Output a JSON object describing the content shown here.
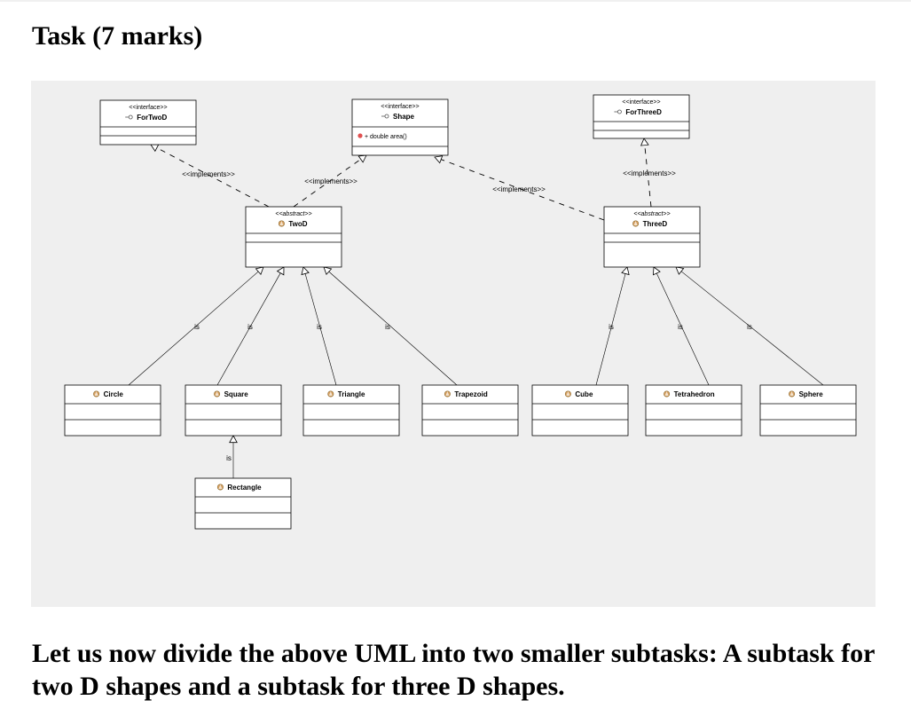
{
  "title": "Task (7 marks)",
  "footer": "Let us now divide the above UML into two smaller subtasks: A subtask for two D shapes and a subtask for three D shapes.",
  "colors": {
    "diagram_bg": "#efefef",
    "box_fill": "#ffffff",
    "line": "#000000",
    "method_icon": "#e05050",
    "class_icon": "#d8a060"
  },
  "classes": {
    "fortwod": {
      "stereotype": "<<interface>>",
      "name": "ForTwoD",
      "icon": "interface-icon",
      "method": ""
    },
    "shape": {
      "stereotype": "<<interface>>",
      "name": "Shape",
      "icon": "interface-icon",
      "method": "double area()"
    },
    "forthreed": {
      "stereotype": "<<interface>>",
      "name": "ForThreeD",
      "icon": "interface-icon",
      "method": ""
    },
    "twod": {
      "stereotype": "<<abstract>>",
      "name": "TwoD",
      "icon": "class-icon",
      "method": ""
    },
    "threed": {
      "stereotype": "<<abstract>>",
      "name": "ThreeD",
      "icon": "class-icon",
      "method": ""
    },
    "circle": {
      "stereotype": "",
      "name": "Circle",
      "icon": "class-icon",
      "method": ""
    },
    "square": {
      "stereotype": "",
      "name": "Square",
      "icon": "class-icon",
      "method": ""
    },
    "triangle": {
      "stereotype": "",
      "name": "Triangle",
      "icon": "class-icon",
      "method": ""
    },
    "trapezoid": {
      "stereotype": "",
      "name": "Trapezoid",
      "icon": "class-icon",
      "method": ""
    },
    "cube": {
      "stereotype": "",
      "name": "Cube",
      "icon": "class-icon",
      "method": ""
    },
    "tetrahedron": {
      "stereotype": "",
      "name": "Tetrahedron",
      "icon": "class-icon",
      "method": ""
    },
    "sphere": {
      "stereotype": "",
      "name": "Sphere",
      "icon": "class-icon",
      "method": ""
    },
    "rectangle": {
      "stereotype": "",
      "name": "Rectangle",
      "icon": "class-icon",
      "method": ""
    }
  },
  "relations": [
    {
      "from": "twod",
      "to": "fortwod",
      "kind": "implements",
      "label": "<<implements>>"
    },
    {
      "from": "twod",
      "to": "shape",
      "kind": "implements",
      "label": "<<implements>>"
    },
    {
      "from": "threed",
      "to": "shape",
      "kind": "implements",
      "label": "<<implements>>"
    },
    {
      "from": "threed",
      "to": "forthreed",
      "kind": "implements",
      "label": "<<implements>>"
    },
    {
      "from": "circle",
      "to": "twod",
      "kind": "extends",
      "label": "is"
    },
    {
      "from": "square",
      "to": "twod",
      "kind": "extends",
      "label": "is"
    },
    {
      "from": "triangle",
      "to": "twod",
      "kind": "extends",
      "label": "is"
    },
    {
      "from": "trapezoid",
      "to": "twod",
      "kind": "extends",
      "label": "is"
    },
    {
      "from": "cube",
      "to": "threed",
      "kind": "extends",
      "label": "is"
    },
    {
      "from": "tetrahedron",
      "to": "threed",
      "kind": "extends",
      "label": "is"
    },
    {
      "from": "sphere",
      "to": "threed",
      "kind": "extends",
      "label": "is"
    },
    {
      "from": "rectangle",
      "to": "square",
      "kind": "extends",
      "label": "is"
    }
  ]
}
